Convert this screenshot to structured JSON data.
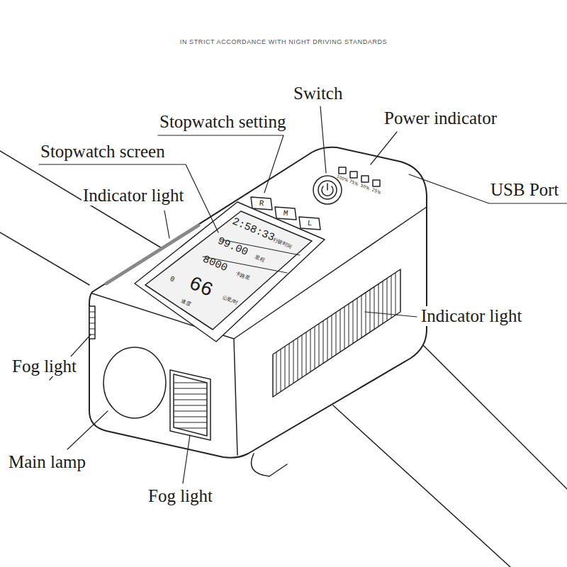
{
  "diagram": {
    "title": "IN STRICT ACCORDANCE WITH NIGHT DRIVING STANDARDS",
    "labels": [
      "Switch",
      "Stopwatch setting",
      "Power indicator",
      "Stopwatch screen",
      "USB Port",
      "Indicator light",
      "Indicator light",
      "Fog light",
      "Main lamp",
      "Fog light",
      "R",
      "M",
      "L",
      "100%",
      "75%",
      "50%",
      "25%",
      "2:58:33",
      "行驶时间",
      "99.00",
      "里程",
      "8000",
      "卡路里",
      "66",
      "公里/时",
      "0",
      "速度"
    ]
  }
}
